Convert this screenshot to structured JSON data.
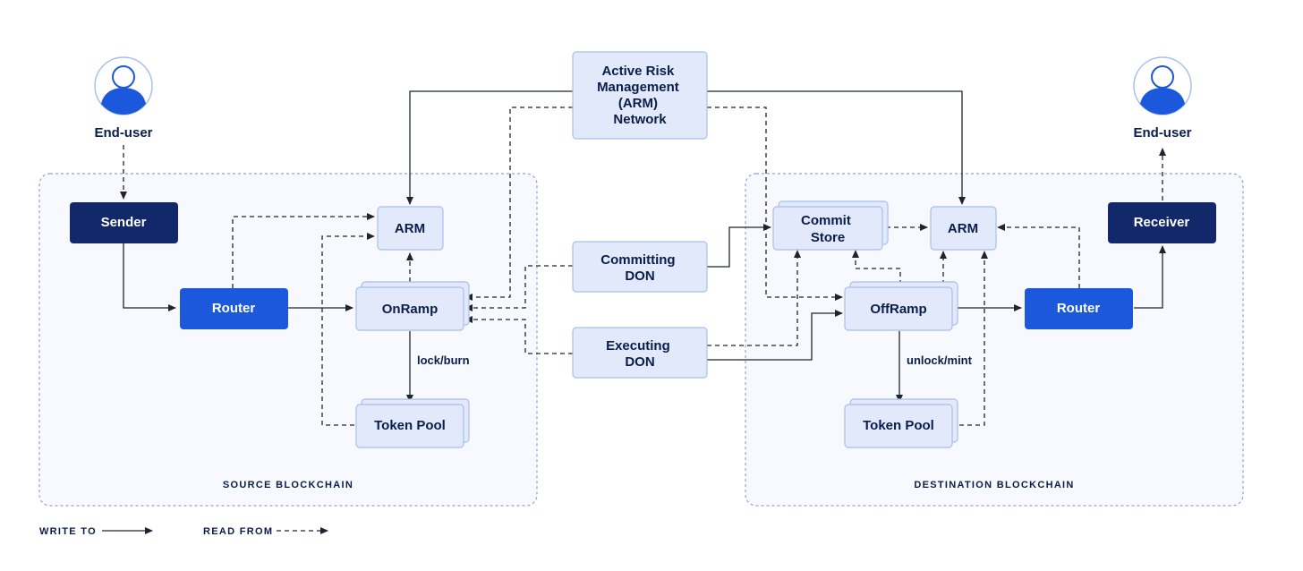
{
  "end_user_left": "End-user",
  "end_user_right": "End-user",
  "arm_network": [
    "Active Risk",
    "Management",
    "(ARM)",
    "Network"
  ],
  "committing_don": [
    "Committing",
    "DON"
  ],
  "executing_don": [
    "Executing",
    "DON"
  ],
  "source": {
    "label": "SOURCE BLOCKCHAIN",
    "sender": "Sender",
    "router": "Router",
    "arm": "ARM",
    "onramp": "OnRamp",
    "token_pool": "Token Pool",
    "edge_label": "lock/burn"
  },
  "destination": {
    "label": "DESTINATION BLOCKCHAIN",
    "commit_store": [
      "Commit",
      "Store"
    ],
    "arm": "ARM",
    "offramp": "OffRamp",
    "router": "Router",
    "receiver": "Receiver",
    "token_pool": "Token Pool",
    "edge_label": "unlock/mint"
  },
  "legend": {
    "write_to": "WRITE TO",
    "read_from": "READ FROM"
  },
  "colors": {
    "dark_navy": "#12286a",
    "blue": "#1c58dc",
    "light_box": "#e1e9fb",
    "region_bg": "#f8f9fe"
  }
}
